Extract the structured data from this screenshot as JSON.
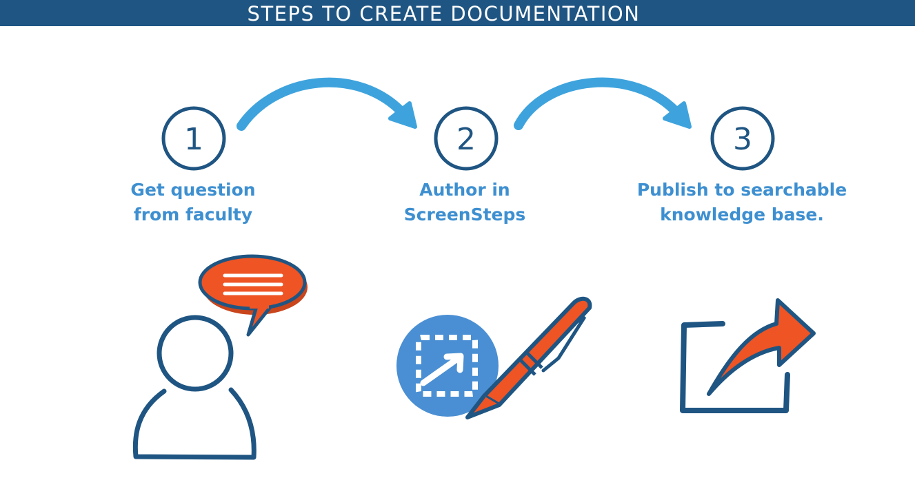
{
  "header": {
    "title": "STEPS TO CREATE DOCUMENTATION"
  },
  "steps": [
    {
      "number": "1",
      "line1": "Get question",
      "line2": "from faculty",
      "icon": "person-speech-bubble-icon"
    },
    {
      "number": "2",
      "line1": "Author in",
      "line2": "ScreenSteps",
      "icon": "screensteps-logo-pen-icon"
    },
    {
      "number": "3",
      "line1": "Publish to searchable",
      "line2": "knowledge base.",
      "icon": "share-export-icon"
    }
  ],
  "colors": {
    "header_bg": "#1f5582",
    "header_text": "#ffffff",
    "label_text": "#3d8fd0",
    "circle_stroke": "#1f5582",
    "arrow": "#3ea3dd",
    "accent_orange": "#ee5424",
    "logo_blue": "#4a8fd3"
  }
}
